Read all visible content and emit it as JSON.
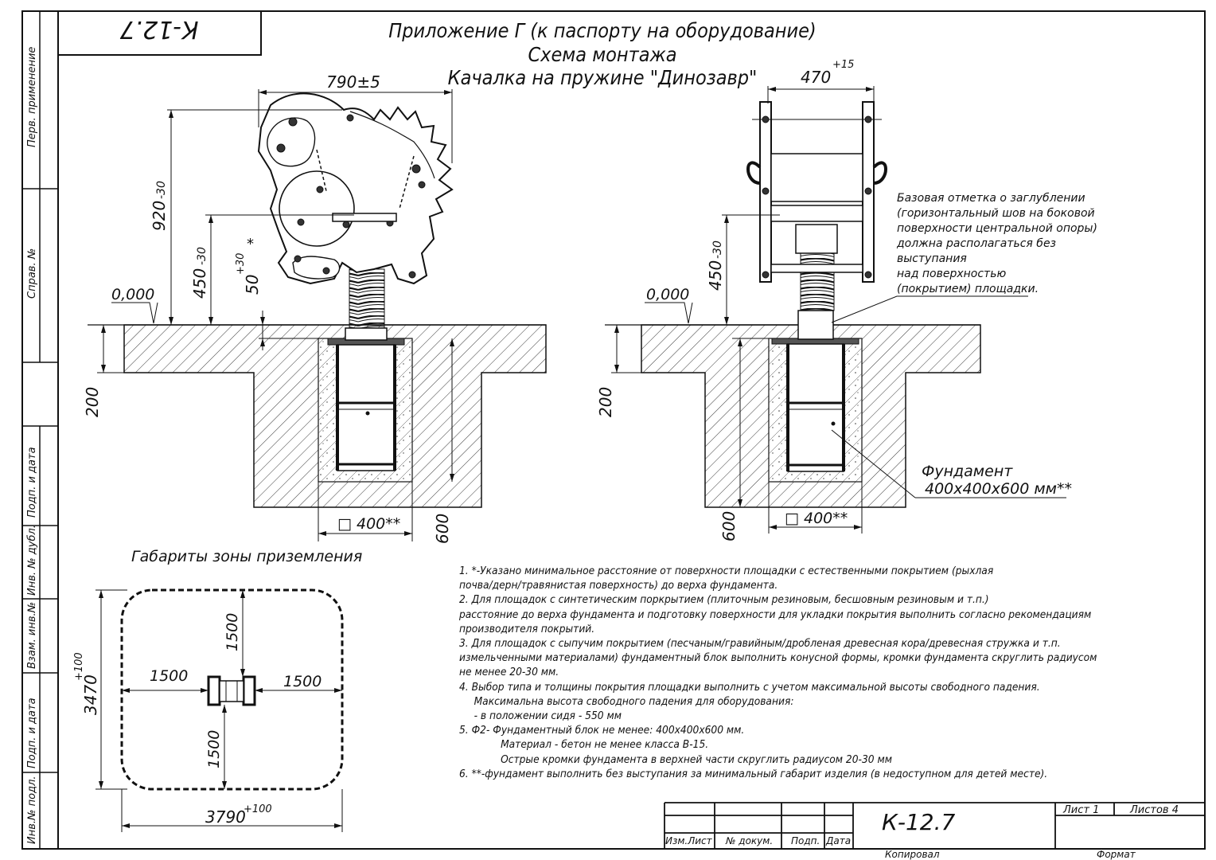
{
  "sheet_code": "К-12.7",
  "title": {
    "line1": "Приложение Г (к паспорту на оборудование)",
    "line2": "Схема монтажа",
    "line3": "Качалка на пружине \"Динозавр\""
  },
  "side_stamp": {
    "perv_primenenie": "Перв. примeнение",
    "sprav_no": "Справ. №",
    "podp_i_data_1": "Подп. и дата",
    "inv_no_dubl": "Инв. № дубл.",
    "vzam_inv_no": "Взам. инв.№",
    "podp_i_data_2": "Подп. и дата",
    "inv_no_podl": "Инв.№ подл."
  },
  "front_view": {
    "width_dim": "790±5",
    "height_dim": "920",
    "height_tol": "-30",
    "seat_dim": "450",
    "seat_tol": "-30",
    "gap_dim": "50",
    "gap_tol": "+30",
    "gap_mark": "*",
    "level_mark": "0,000",
    "ground_dim": "200",
    "depth_dim": "600",
    "base_dim": "□ 400**"
  },
  "side_view": {
    "width_dim": "470",
    "width_tol": "+15",
    "seat_dim": "450",
    "seat_tol": "-30",
    "level_mark": "0,000",
    "ground_dim": "200",
    "depth_dim": "600",
    "base_dim": "□ 400**",
    "callout": [
      "Базовая отметка о заглублении",
      "(горизонтальный шов на боковой",
      "поверхности центральной опоры)",
      "должна располагаться без",
      "выступания",
      "над поверхностью",
      "(покрытием) площадки."
    ],
    "foundation_label": "Фундамент",
    "foundation_size": "400х400х600 мм**"
  },
  "zone": {
    "title": "Габариты зоны приземления",
    "left": "1500",
    "right": "1500",
    "top": "1500",
    "bottom": "1500",
    "height_dim": "3470",
    "height_tol": "+100",
    "width_dim": "3790",
    "width_tol": "+100"
  },
  "notes": [
    "1. *-Указано минимальное расстояние от поверхности площадки с естественными покрытием (рыхлая",
    "почва/дерн/травянистая поверхность) до верха фундамента.",
    "2. Для площадок с синтетическим поркрытием (плиточным резиновым, бесшовным резиновым и т.п.)",
    "расстояние до верха фундамента и подготовку поверхности для укладки покрытия выполнить согласно рекомендациям",
    "производителя покрытий.",
    "3. Для площадок с сыпучим покрытием (песчаным/гравийным/дробленая древесная кора/древесная стружка и т.п.",
    "измельченными материалами) фундаментный блок выполнить конусной формы, кромки фундамента скруглить радиусом",
    "не менее 20-30 мм.",
    "4. Выбор типа и толщины покрытия площадки выполнить с учетом максимальной высоты свободного падения.",
    "Максимальна высота свободного падения для оборудования:",
    "- в положении сидя - 550 мм",
    "5. Ф2- Фундаментный блок не менее: 400х400х600 мм.",
    "Материал - бетон не менее класса В-15.",
    "Острые кромки фундамента в верхней части скруглить радиусом 20-30 мм",
    "6. **-фундамент выполнить без выступания за минимальный габарит изделия (в недоступном для детей месте)."
  ],
  "title_block": {
    "code": "К-12.7",
    "izm_list": "Изм.Лист",
    "doc_no": "№ докум.",
    "podp": "Подп.",
    "data": "Дата",
    "list": "Лист 1",
    "listov": "Листов 4",
    "kopiroval": "Копировал",
    "format": "Формат"
  }
}
